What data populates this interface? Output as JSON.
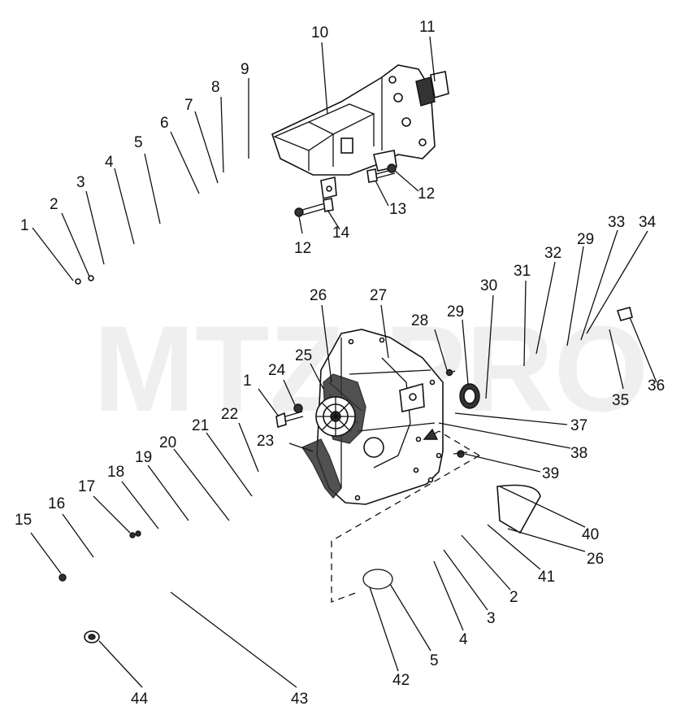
{
  "watermark": "MTZ-PRO",
  "labels": {
    "l1a": "1",
    "l2a": "2",
    "l3a": "3",
    "l4a": "4",
    "l5a": "5",
    "l6": "6",
    "l7": "7",
    "l8": "8",
    "l9": "9",
    "l10": "10",
    "l11": "11",
    "l12a": "12",
    "l12b": "12",
    "l13": "13",
    "l14": "14",
    "l15": "15",
    "l16": "16",
    "l17": "17",
    "l18": "18",
    "l19": "19",
    "l20": "20",
    "l21": "21",
    "l22": "22",
    "l23": "23",
    "l24": "24",
    "l25": "25",
    "l26a": "26",
    "l26b": "26",
    "l27": "27",
    "l28": "28",
    "l29a": "29",
    "l29b": "29",
    "l30": "30",
    "l31": "31",
    "l32": "32",
    "l33": "33",
    "l34": "34",
    "l35": "35",
    "l36": "36",
    "l37": "37",
    "l38": "38",
    "l39": "39",
    "l40": "40",
    "l41": "41",
    "l1b": "1",
    "l2b": "2",
    "l3b": "3",
    "l4b": "4",
    "l5b": "5",
    "l42": "42",
    "l43": "43",
    "l44": "44"
  },
  "colors": {
    "ink": "#111111",
    "watermark": "#efefef",
    "background": "#ffffff"
  }
}
